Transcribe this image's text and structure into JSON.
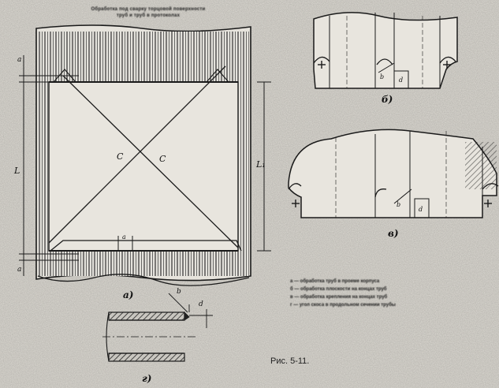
{
  "title_lines": [
    "Обработка под сварку торцовой поверхности",
    "труб и труб в протоколах"
  ],
  "figure_labels": {
    "a": "а)",
    "b": "б)",
    "v": "в)",
    "g": "г)",
    "C": "C",
    "L": "L",
    "L1": "L₁",
    "a_dim": "a",
    "b_dim": "b",
    "d_dim": "d"
  },
  "legend": [
    "а — обработка труб в проеме корпуса",
    "б — обработка плоскости на концах труб",
    "в — обработка крепления на концах труб",
    "г — угол скоса в продольном сечении трубы"
  ],
  "caption": "Рис. 5-11."
}
